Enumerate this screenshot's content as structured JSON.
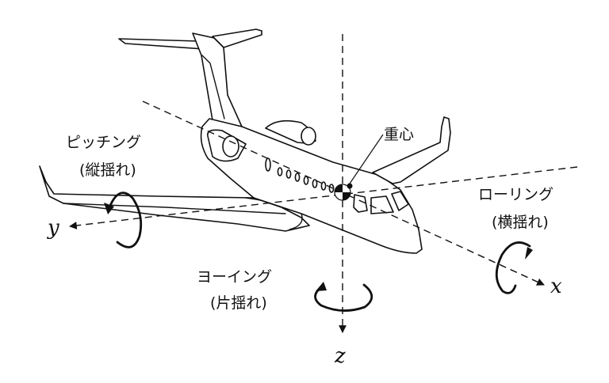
{
  "diagram": {
    "title": "Aircraft rotation axes",
    "center_of_gravity_label": "重心",
    "axes": [
      {
        "id": "x",
        "label": "x",
        "motion_name": "ローリング",
        "motion_jp": "(横揺れ)"
      },
      {
        "id": "y",
        "label": "y",
        "motion_name": "ピッチング",
        "motion_jp": "(縦揺れ)"
      },
      {
        "id": "z",
        "label": "z",
        "motion_name": "ヨーイング",
        "motion_jp": "(片揺れ)"
      }
    ],
    "colors": {
      "ink": "#111111",
      "background": "#ffffff"
    }
  }
}
